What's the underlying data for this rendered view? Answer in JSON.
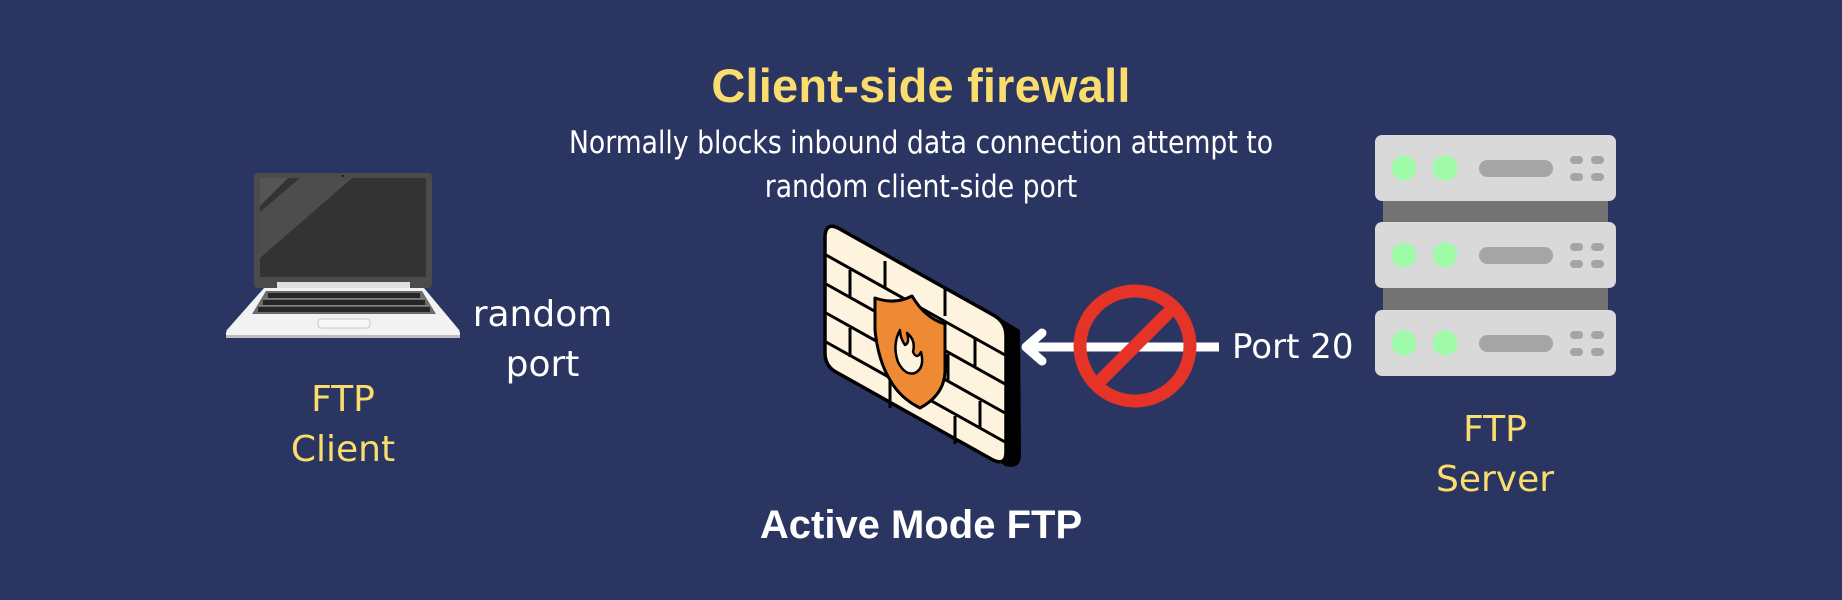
{
  "header": {
    "title": "Client-side firewall",
    "subtitle_line1": "Normally blocks inbound data connection attempt to",
    "subtitle_line2": "random client-side port"
  },
  "client": {
    "icon": "laptop-icon",
    "label_line1": "FTP",
    "label_line2": "Client",
    "port_line1": "random",
    "port_line2": "port"
  },
  "firewall": {
    "icon": "brick-firewall-icon",
    "shield_icon": "shield-flame-icon"
  },
  "connection": {
    "arrow_direction": "server-to-client",
    "blocked_icon": "prohibited-icon",
    "server_port_label": "Port 20"
  },
  "server": {
    "icon": "server-rack-icon",
    "label_line1": "FTP",
    "label_line2": "Server"
  },
  "footer": {
    "caption": "Active Mode FTP"
  },
  "colors": {
    "background": "#2a3562",
    "accent_yellow": "#fbdd6e",
    "text_white": "#ffffff",
    "prohibited_red": "#e53427",
    "shield_orange": "#ee8a34",
    "brick_cream": "#fdf3df",
    "server_gray": "#d9d9d9",
    "server_led_green": "#a0fba9"
  }
}
